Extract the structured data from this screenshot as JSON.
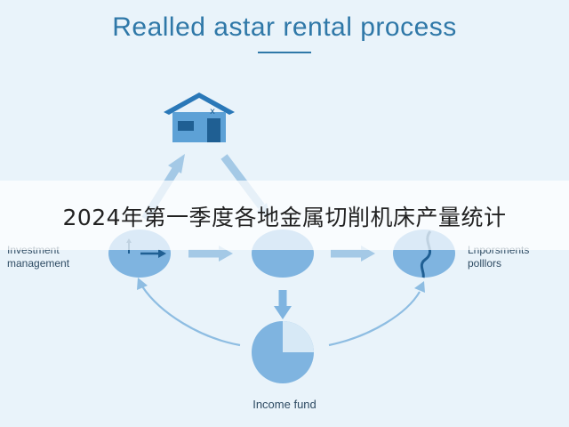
{
  "title": "Realled astar rental process",
  "banner": "2024年第一季度各地金属切削机床产量统计",
  "labels": {
    "investment": [
      "Investment",
      "management"
    ],
    "reports": [
      "Lnporsments",
      "polllors"
    ],
    "income": "Income fund"
  },
  "colors": {
    "background": "#e9f3fa",
    "accent": "#2f78a8",
    "node_fill": "#7fb4e0",
    "arrow": "#a4c9e6",
    "house": "#2a78b8"
  },
  "icons": [
    "house-icon",
    "pie-chart-icon",
    "wave-icon",
    "arrow-right-icon"
  ]
}
